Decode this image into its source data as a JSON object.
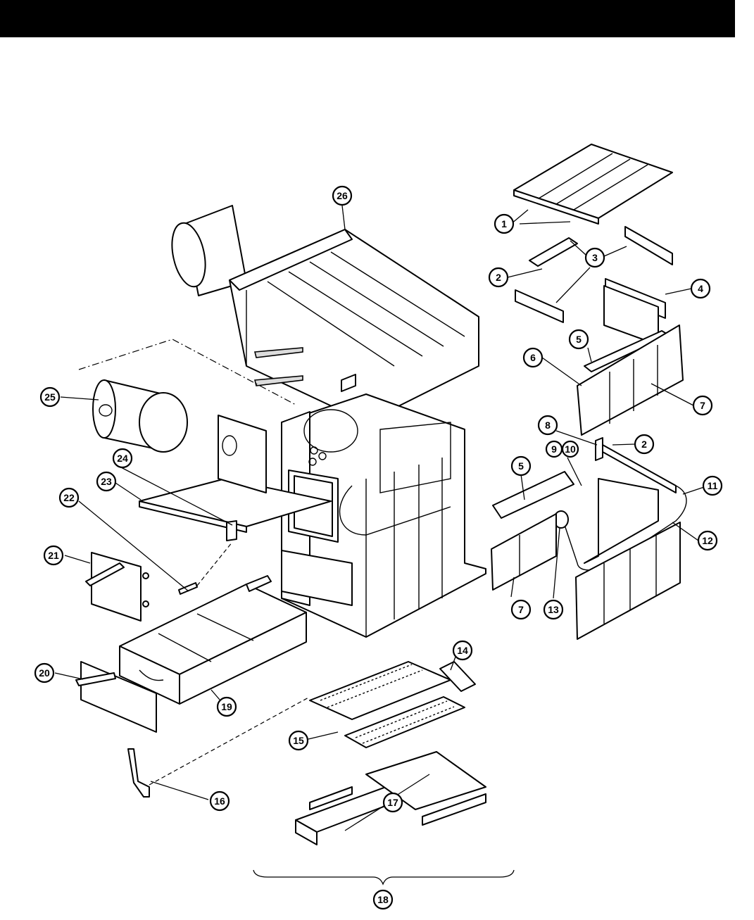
{
  "header": {
    "title": ""
  },
  "callouts": [
    {
      "id": "c1",
      "label": "1"
    },
    {
      "id": "c2a",
      "label": "2"
    },
    {
      "id": "c2b",
      "label": "2"
    },
    {
      "id": "c3",
      "label": "3"
    },
    {
      "id": "c4",
      "label": "4"
    },
    {
      "id": "c5a",
      "label": "5"
    },
    {
      "id": "c5b",
      "label": "5"
    },
    {
      "id": "c6",
      "label": "6"
    },
    {
      "id": "c7a",
      "label": "7"
    },
    {
      "id": "c7b",
      "label": "7"
    },
    {
      "id": "c8",
      "label": "8"
    },
    {
      "id": "c9",
      "label": "9"
    },
    {
      "id": "c10",
      "label": "10"
    },
    {
      "id": "c11",
      "label": "11"
    },
    {
      "id": "c12",
      "label": "12"
    },
    {
      "id": "c13",
      "label": "13"
    },
    {
      "id": "c14",
      "label": "14"
    },
    {
      "id": "c15",
      "label": "15"
    },
    {
      "id": "c16",
      "label": "16"
    },
    {
      "id": "c17",
      "label": "17"
    },
    {
      "id": "c18",
      "label": "18"
    },
    {
      "id": "c19",
      "label": "19"
    },
    {
      "id": "c20",
      "label": "20"
    },
    {
      "id": "c21",
      "label": "21"
    },
    {
      "id": "c22",
      "label": "22"
    },
    {
      "id": "c23",
      "label": "23"
    },
    {
      "id": "c24",
      "label": "24"
    },
    {
      "id": "c25",
      "label": "25"
    },
    {
      "id": "c26",
      "label": "26"
    }
  ]
}
